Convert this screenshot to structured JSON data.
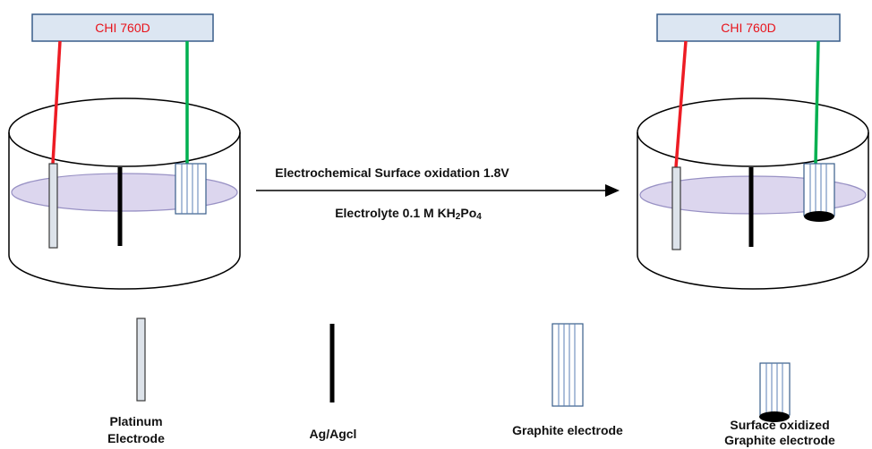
{
  "instrument": {
    "label": "CHI 760D"
  },
  "process": {
    "line1": "Electrochemical Surface oxidation 1.8V",
    "line2_main": "Electrolyte 0.1 M KH",
    "line2_sub1": "2",
    "line2_mid": "Po",
    "line2_sub2": "4"
  },
  "legend": {
    "platinum": {
      "line1": "Platinum",
      "line2": "Electrode"
    },
    "agagcl": {
      "label": "Ag/Agcl"
    },
    "graphite": {
      "label": "Graphite electrode"
    },
    "oxidized": {
      "line1": "Surface oxidized",
      "line2": "Graphite electrode"
    }
  },
  "colors": {
    "instrument_box": "#dce6f2",
    "instrument_border": "#385d8a",
    "wire_red": "#ed1c24",
    "wire_green": "#00b050",
    "electrolyte": "#dcd6ee",
    "electrolyte_border": "#9891c4",
    "platinum_fill": "#dde3ea",
    "graphite_stripes": "#5b7fb5"
  },
  "icons": {
    "instrument": "potentiostat-box",
    "cell": "electrochemical-cell-cylinder",
    "arrow": "right-arrow"
  }
}
